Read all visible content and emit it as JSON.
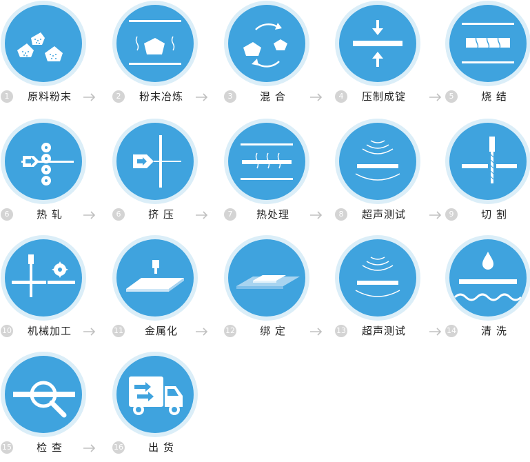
{
  "colors": {
    "disc": "#3fa3de",
    "ring": "#dbeef8",
    "badge": "#d4d4d4",
    "arrow": "#c0c0c0",
    "text": "#222222"
  },
  "steps": [
    {
      "num": "1",
      "label": "原料粉末",
      "icon": "powder-piles-icon"
    },
    {
      "num": "2",
      "label": "粉末冶炼",
      "icon": "powder-heating-icon"
    },
    {
      "num": "3",
      "label": "混 合",
      "icon": "powder-mixing-icon"
    },
    {
      "num": "4",
      "label": "压制成锭",
      "icon": "press-icon"
    },
    {
      "num": "5",
      "label": "烧 结",
      "icon": "sintering-icon"
    },
    {
      "num": "6",
      "label": "热 轧",
      "icon": "hot-rolling-icon"
    },
    {
      "num": "6",
      "label": "挤 压",
      "icon": "extrusion-icon"
    },
    {
      "num": "7",
      "label": "热处理",
      "icon": "heat-treatment-icon"
    },
    {
      "num": "8",
      "label": "超声测试",
      "icon": "ultrasonic-test-icon"
    },
    {
      "num": "9",
      "label": "切 割",
      "icon": "cutting-icon"
    },
    {
      "num": "10",
      "label": "机械加工",
      "icon": "machining-icon"
    },
    {
      "num": "11",
      "label": "金属化",
      "icon": "metallization-icon"
    },
    {
      "num": "12",
      "label": "绑 定",
      "icon": "bonding-icon"
    },
    {
      "num": "13",
      "label": "超声测试",
      "icon": "ultrasonic-test-icon"
    },
    {
      "num": "14",
      "label": "清 洗",
      "icon": "cleaning-icon"
    },
    {
      "num": "15",
      "label": "检 查",
      "icon": "inspection-icon"
    },
    {
      "num": "16",
      "label": "出 货",
      "icon": "delivery-truck-icon"
    }
  ]
}
